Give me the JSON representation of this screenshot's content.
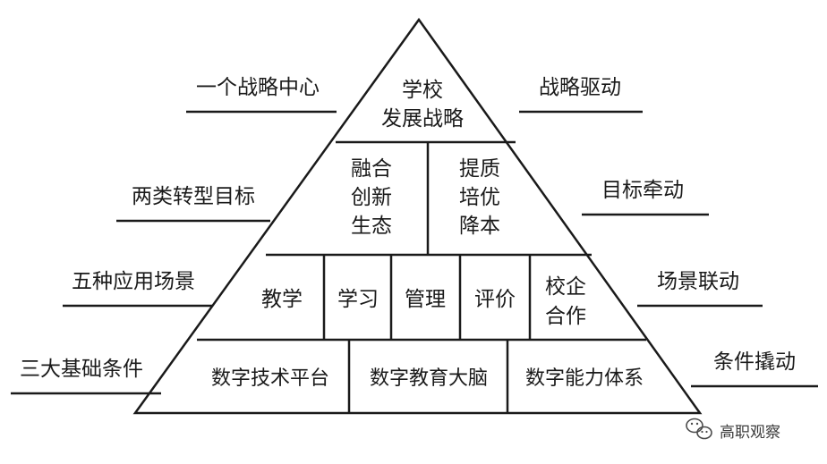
{
  "pyramid": {
    "apex": [
      "学校",
      "发展战略"
    ],
    "level2": [
      [
        "融合",
        "创新",
        "生态"
      ],
      [
        "提质",
        "培优",
        "降本"
      ]
    ],
    "level3": [
      [
        "教学"
      ],
      [
        "学习"
      ],
      [
        "管理"
      ],
      [
        "评价"
      ],
      [
        "校企",
        "合作"
      ]
    ],
    "level4": [
      "数字技术平台",
      "数字教育大脑",
      "数字能力体系"
    ]
  },
  "left_labels": [
    "一个战略中心",
    "两类转型目标",
    "五种应用场景",
    "三大基础条件"
  ],
  "right_labels": [
    "战略驱动",
    "目标牵动",
    "场景联动",
    "条件撬动"
  ],
  "watermark": {
    "icon": "wechat-icon",
    "text": "高职观察"
  }
}
